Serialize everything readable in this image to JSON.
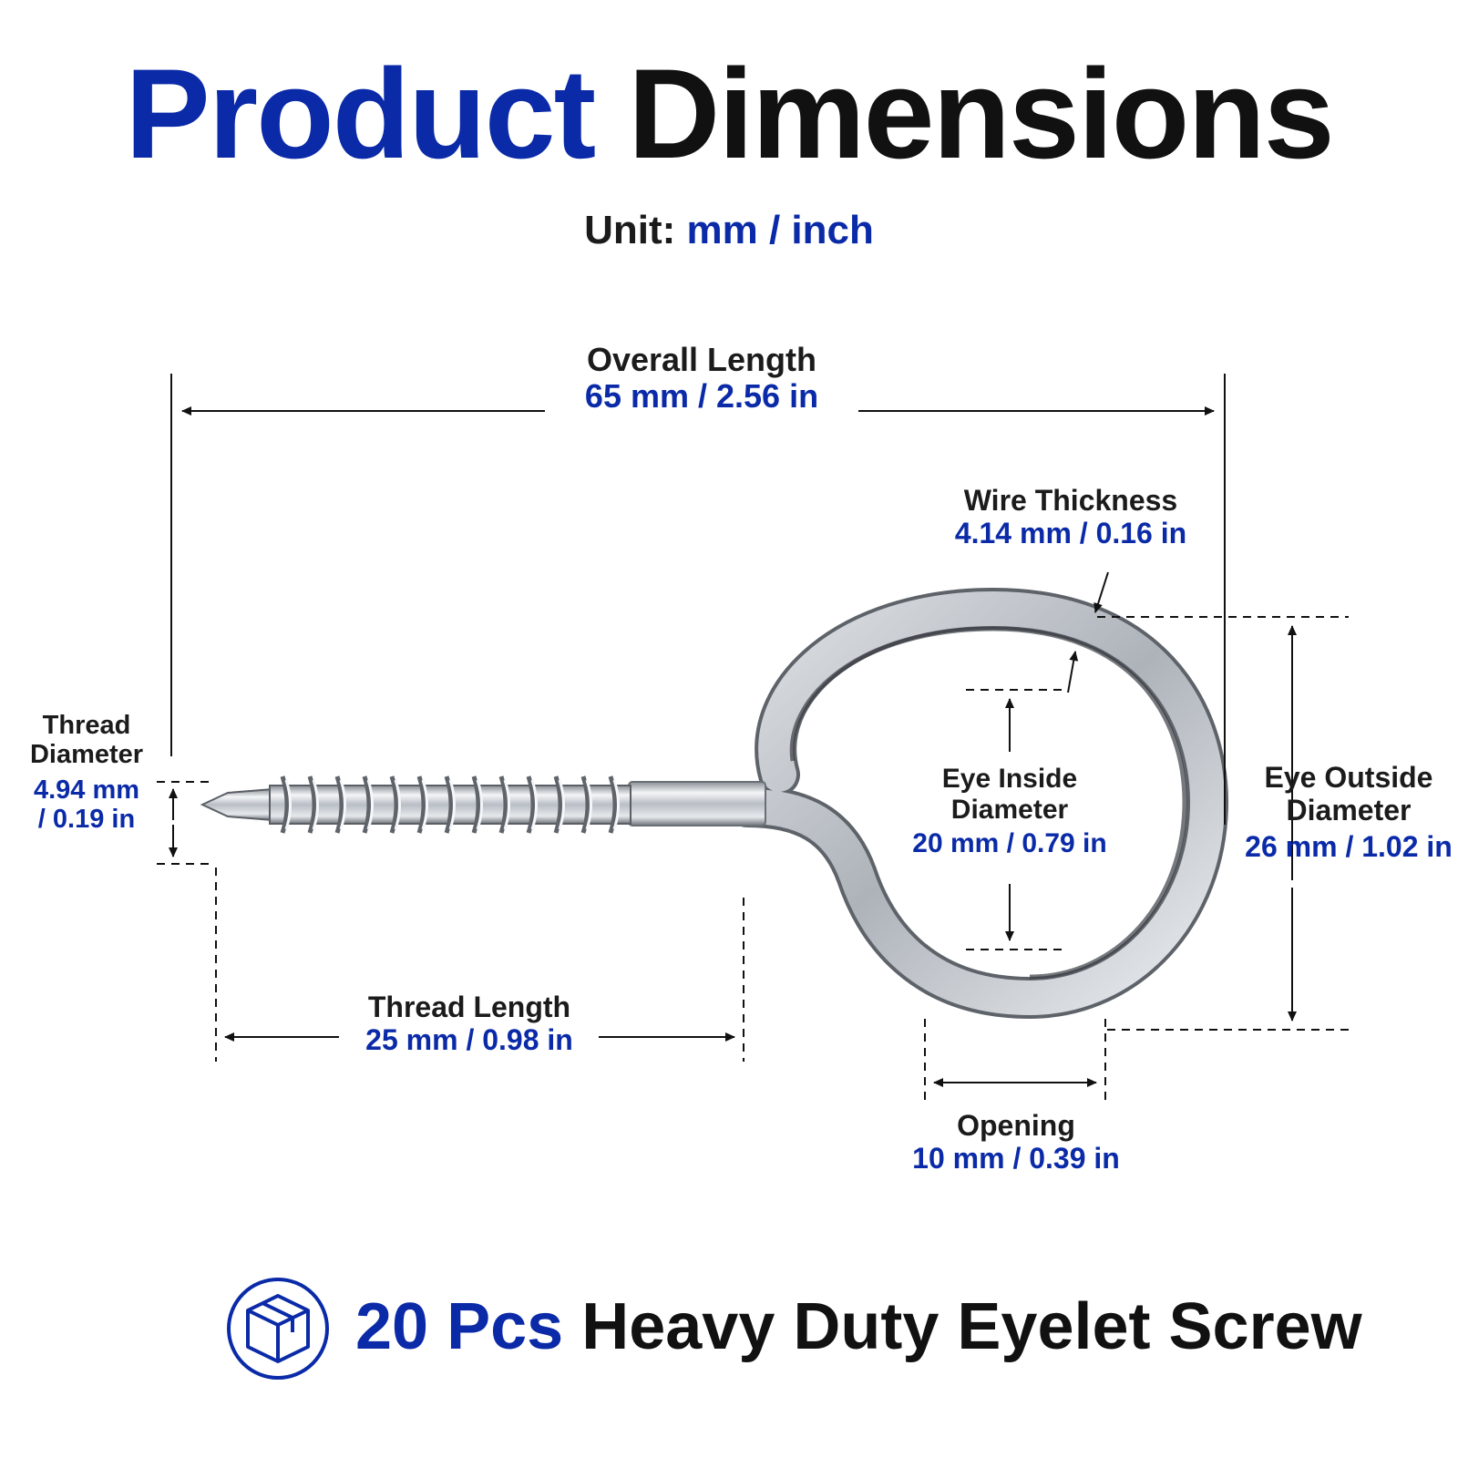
{
  "title": {
    "part1": "Product",
    "part2": "Dimensions"
  },
  "unit": {
    "label": "Unit:",
    "value": "mm / inch"
  },
  "dimensions": {
    "overall_length": {
      "label": "Overall Length",
      "value": "65 mm / 2.56 in"
    },
    "wire_thickness": {
      "label": "Wire Thickness",
      "value": "4.14 mm / 0.16 in"
    },
    "thread_diameter": {
      "label_line1": "Thread",
      "label_line2": "Diameter",
      "value_line1": "4.94 mm",
      "value_line2": "/ 0.19 in"
    },
    "eye_inside_diameter": {
      "label_line1": "Eye Inside",
      "label_line2": "Diameter",
      "value": "20 mm / 0.79 in"
    },
    "eye_outside_diameter": {
      "label_line1": "Eye Outside",
      "label_line2": "Diameter",
      "value": "26 mm / 1.02 in"
    },
    "thread_length": {
      "label": "Thread Length",
      "value": "25 mm / 0.98 in"
    },
    "opening": {
      "label": "Opening",
      "value": "10 mm / 0.39 in"
    }
  },
  "footer": {
    "quantity": "20 Pcs",
    "product": "Heavy Duty Eyelet Screw",
    "icon": "package-box-icon"
  },
  "colors": {
    "accent": "#0a2aa8",
    "text": "#111111",
    "metal": "#c8ccd2"
  }
}
